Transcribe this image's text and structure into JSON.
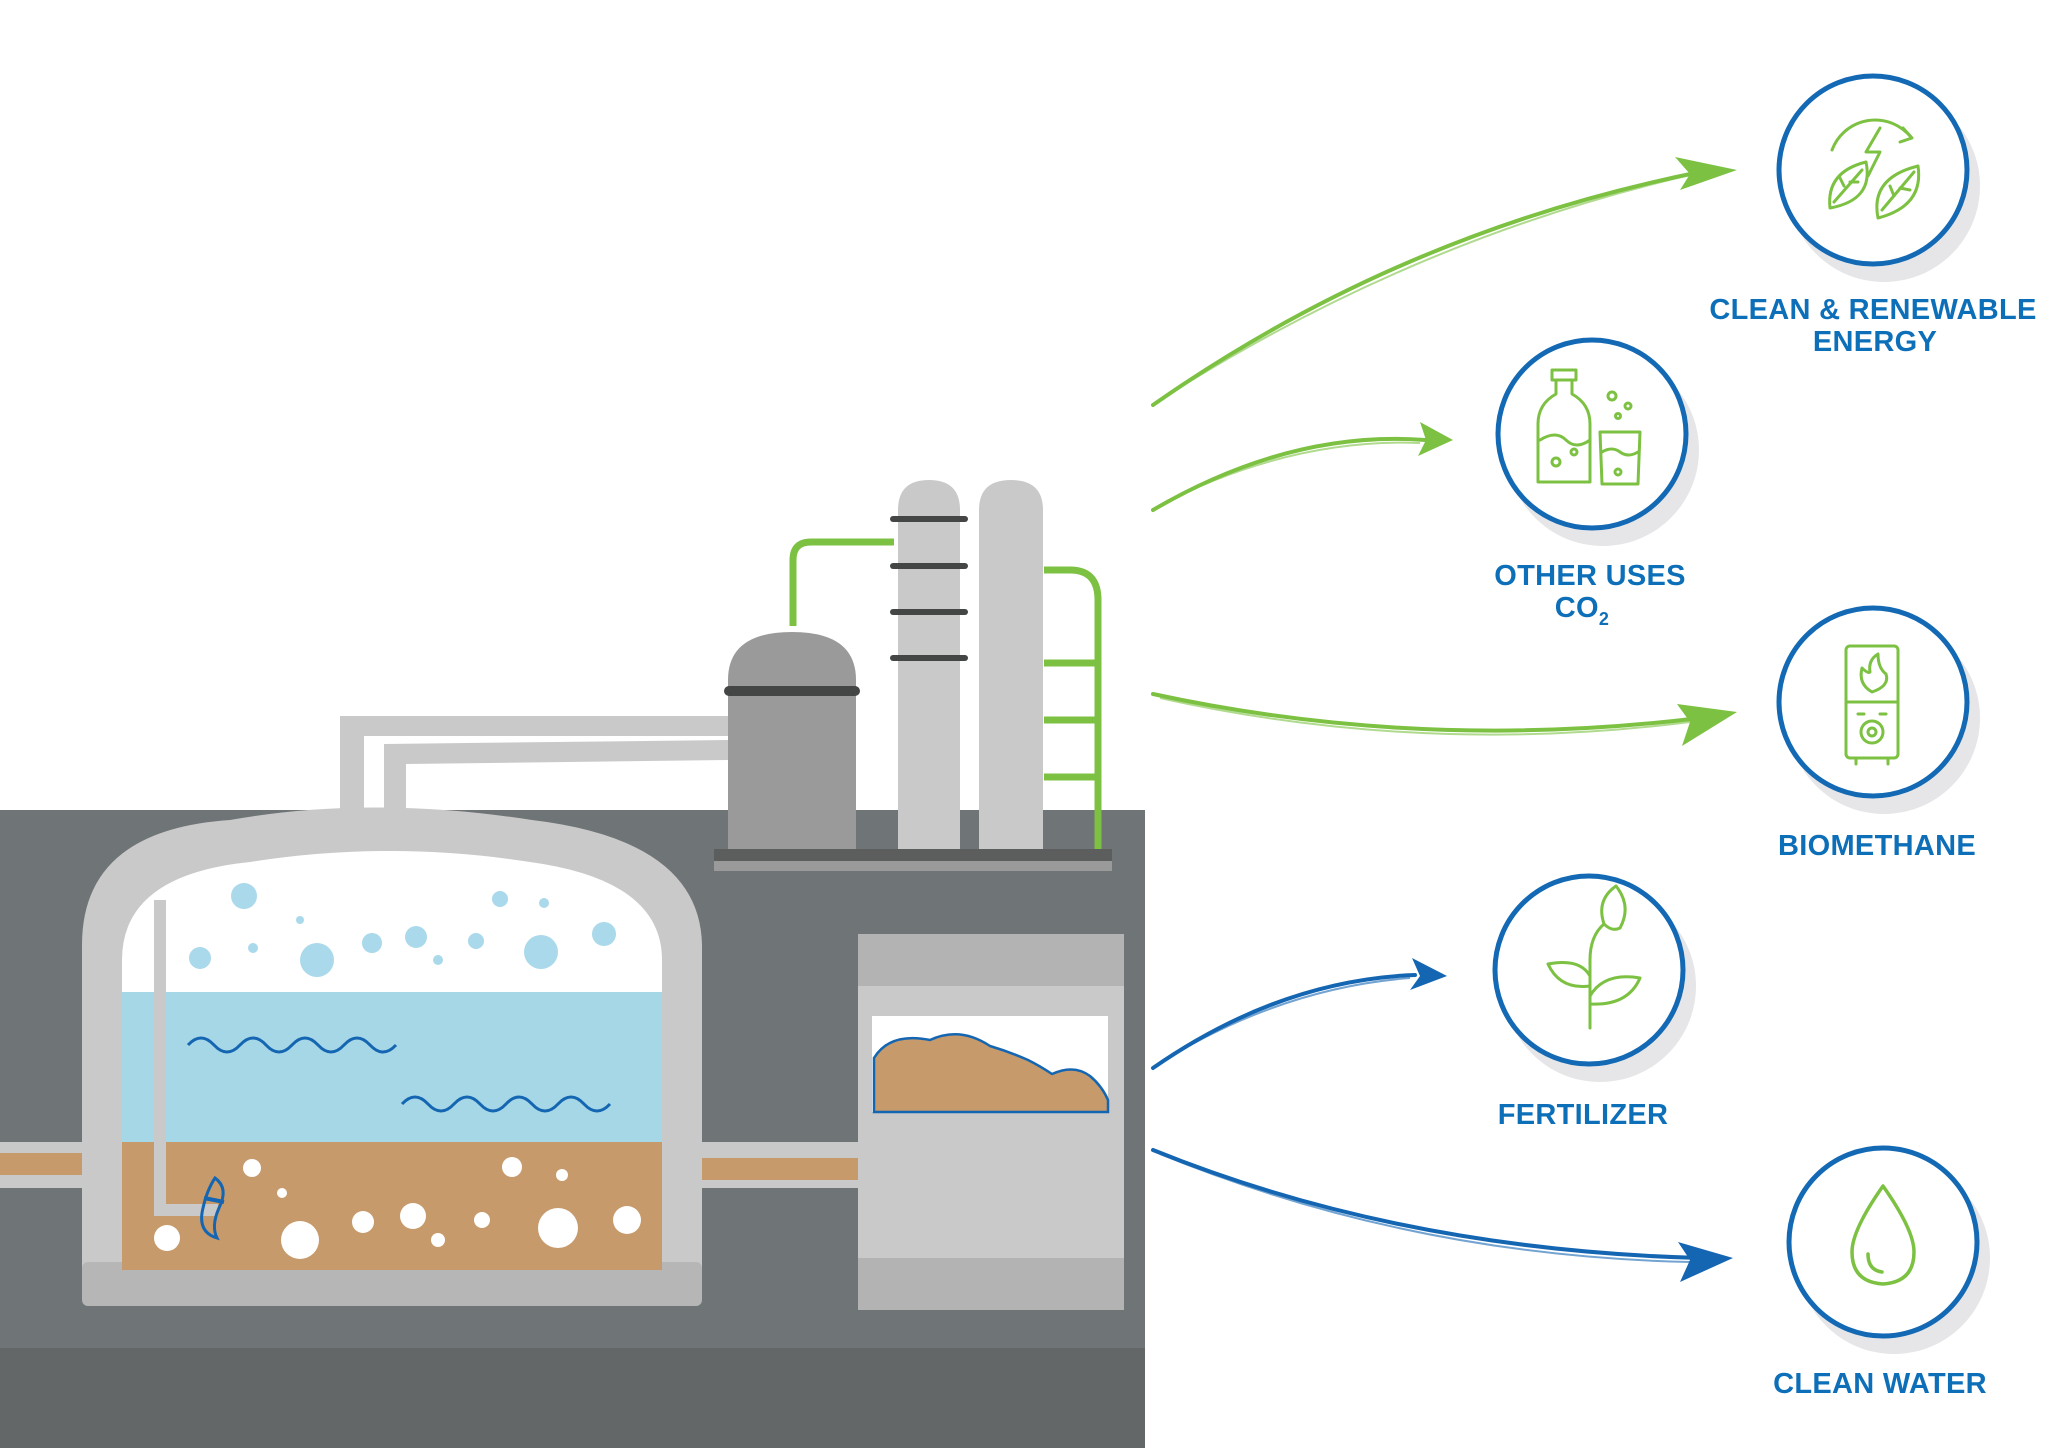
{
  "colors": {
    "label_blue": "#0e6fb9",
    "ring_blue": "#1369b4",
    "arrow_green": "#7cc142",
    "arrow_blue": "#1566b2",
    "icon_green": "#7cc142",
    "ground_dark": "#6f7476",
    "ground_darker": "#636767",
    "digester_gray": "#c9c9c9",
    "liquid_blue": "#a6d7e6",
    "sludge_brown": "#c69a6b",
    "bubble_blue": "#a9d9ea"
  },
  "outputs": [
    {
      "id": "energy",
      "line1": "CLEAN & RENEWABLE",
      "line2": "ENERGY",
      "icon": "leaf-lightning-recycle-icon",
      "arrow": "green"
    },
    {
      "id": "co2",
      "line1": "OTHER USES",
      "line2": "CO",
      "line2_sub": "2",
      "icon": "bottle-glass-icon",
      "arrow": "green"
    },
    {
      "id": "biomethane",
      "line1": "BIOMETHANE",
      "line2": "",
      "icon": "gas-boiler-flame-icon",
      "arrow": "green"
    },
    {
      "id": "fertilizer",
      "line1": "FERTILIZER",
      "line2": "",
      "icon": "sprout-plant-icon",
      "arrow": "blue"
    },
    {
      "id": "water",
      "line1": "CLEAN WATER",
      "line2": "",
      "icon": "water-drop-icon",
      "arrow": "blue"
    }
  ]
}
